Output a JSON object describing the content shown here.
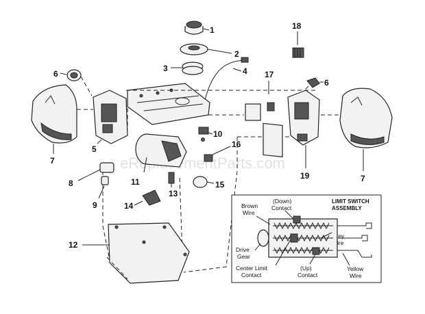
{
  "diagram": {
    "watermark": "eReplacementParts.com",
    "callouts": {
      "p1": "1",
      "p2": "2",
      "p3": "3",
      "p4": "4",
      "p5": "5",
      "p6a": "6",
      "p6b": "6",
      "p7a": "7",
      "p7b": "7",
      "p8": "8",
      "p9": "9",
      "p10": "10",
      "p11": "11",
      "p12": "12",
      "p13": "13",
      "p14": "14",
      "p15": "15",
      "p16": "16",
      "p17": "17",
      "p18": "18",
      "p19": "19"
    },
    "inset": {
      "title_line1": "LIMIT SWITCH",
      "title_line2": "ASSEMBLY",
      "brown_wire_1": "Brown",
      "brown_wire_2": "Wire",
      "down_contact_1": "(Down)",
      "down_contact_2": "Contact",
      "grey_wire_1": "Grey",
      "grey_wire_2": "Wire",
      "drive_gear_1": "Drive",
      "drive_gear_2": "Gear",
      "center_limit_1": "Center Limit",
      "center_limit_2": "Contact",
      "up_contact_1": "(Up)",
      "up_contact_2": "Contact",
      "yellow_wire_1": "Yellow",
      "yellow_wire_2": "Wire"
    }
  }
}
